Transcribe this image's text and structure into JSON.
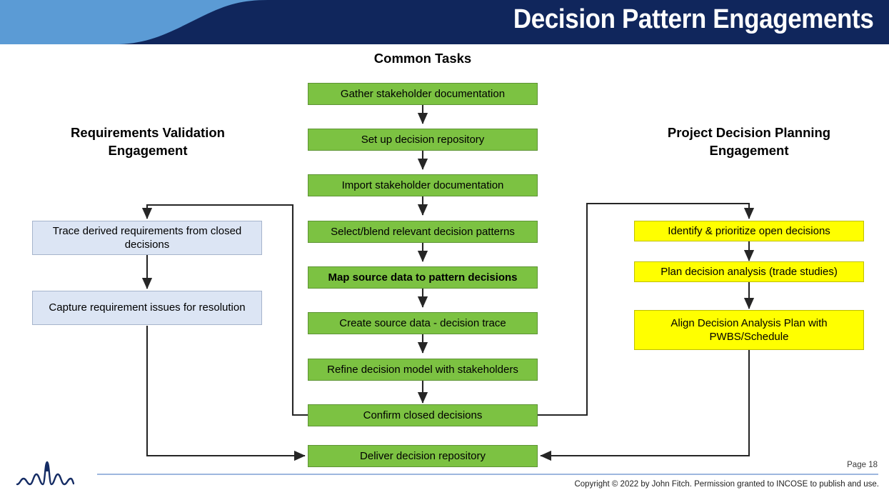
{
  "header": {
    "title": "Decision Pattern Engagements",
    "navy": "#10265C",
    "light_blue": "#5B9BD5"
  },
  "columns": {
    "center_heading": "Common Tasks",
    "left_heading_line1": "Requirements Validation",
    "left_heading_line2": "Engagement",
    "right_heading_line1": "Project Decision Planning",
    "right_heading_line2": "Engagement"
  },
  "center_nodes": [
    {
      "label": "Gather stakeholder documentation",
      "bold": false
    },
    {
      "label": "Set up decision repository",
      "bold": false
    },
    {
      "label": "Import stakeholder documentation",
      "bold": false
    },
    {
      "label": "Select/blend relevant decision patterns",
      "bold": false
    },
    {
      "label": "Map source data to pattern decisions",
      "bold": true
    },
    {
      "label": "Create source data - decision trace",
      "bold": false
    },
    {
      "label": "Refine decision model with stakeholders",
      "bold": false
    },
    {
      "label": "Confirm closed decisions",
      "bold": false
    },
    {
      "label": "Deliver decision repository",
      "bold": false
    }
  ],
  "left_nodes": [
    {
      "label": "Trace derived requirements from closed decisions"
    },
    {
      "label": "Capture requirement issues for resolution"
    }
  ],
  "right_nodes": [
    {
      "label": "Identify & prioritize open decisions"
    },
    {
      "label": "Plan decision analysis (trade studies)"
    },
    {
      "label": "Align Decision Analysis Plan with PWBS/Schedule"
    }
  ],
  "colors": {
    "green_fill": "#7CC242",
    "blue_fill": "#DCE5F4",
    "yellow_fill": "#FFFF00",
    "connector": "#262626",
    "footer_rule": "#9DB7DE"
  },
  "footer": {
    "page_label": "Page 18",
    "copyright": "Copyright © 2022 by John Fitch. Permission granted to INCOSE to publish and use.",
    "logo_name": "wavelet-peak-logo"
  }
}
